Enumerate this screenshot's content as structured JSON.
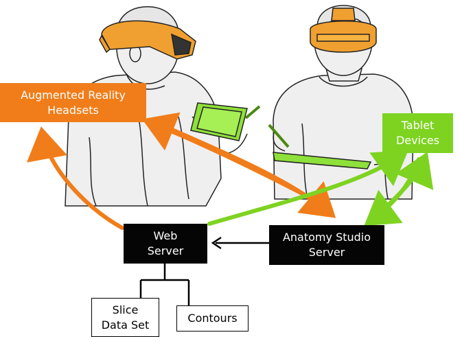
{
  "colors": {
    "orange": "#f07d1a",
    "green": "#7ed321",
    "server_bg": "#050505",
    "line": "#000000",
    "figure_fill": "#efefef"
  },
  "nodes": {
    "ar_headsets": "Augmented Reality\nHeadsets",
    "tablets": "Tablet\nDevices",
    "web_server": "Web\nServer",
    "anatomy_server": "Anatomy Studio\nServer",
    "slice_data": "Slice\nData Set",
    "contours": "Contours"
  },
  "figures": {
    "left_person": "user-wearing-ar-headset-with-tablet",
    "right_person": "user-wearing-ar-headset-with-tablet"
  }
}
